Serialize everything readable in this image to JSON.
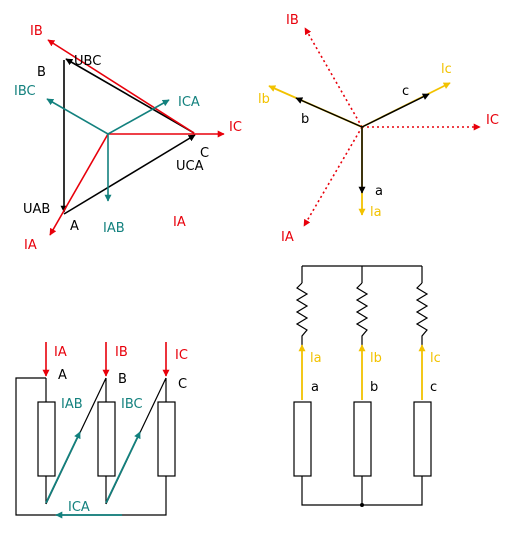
{
  "colors": {
    "red": "#e8000b",
    "teal": "#13817e",
    "black": "#000000",
    "yellow": "#f2c200"
  },
  "phasor_delta": {
    "vertex_b": "B",
    "vertex_a": "A",
    "vertex_c": "C",
    "ubc": "UBC",
    "uca": "UCA",
    "uab": "UAB",
    "ib": "IB",
    "ic": "IC",
    "ia": "IA",
    "ia_extra": "IA",
    "ica": "ICA",
    "ibc": "IBC",
    "iab": "IAB"
  },
  "phasor_star": {
    "ib": "IB",
    "ic": "IC",
    "ia": "IA",
    "lb": "lb",
    "lc": "lc",
    "la": "la",
    "b": "b",
    "c": "c",
    "a": "a"
  },
  "delta_circuit": {
    "ia": "IA",
    "ib": "IB",
    "ic": "IC",
    "a": "A",
    "b": "B",
    "c": "C",
    "iab": "IAB",
    "ibc": "IBC",
    "ica": "ICA"
  },
  "star_circuit": {
    "la": "la",
    "lb": "lb",
    "lc": "lc",
    "a": "a",
    "b": "b",
    "c": "c"
  }
}
